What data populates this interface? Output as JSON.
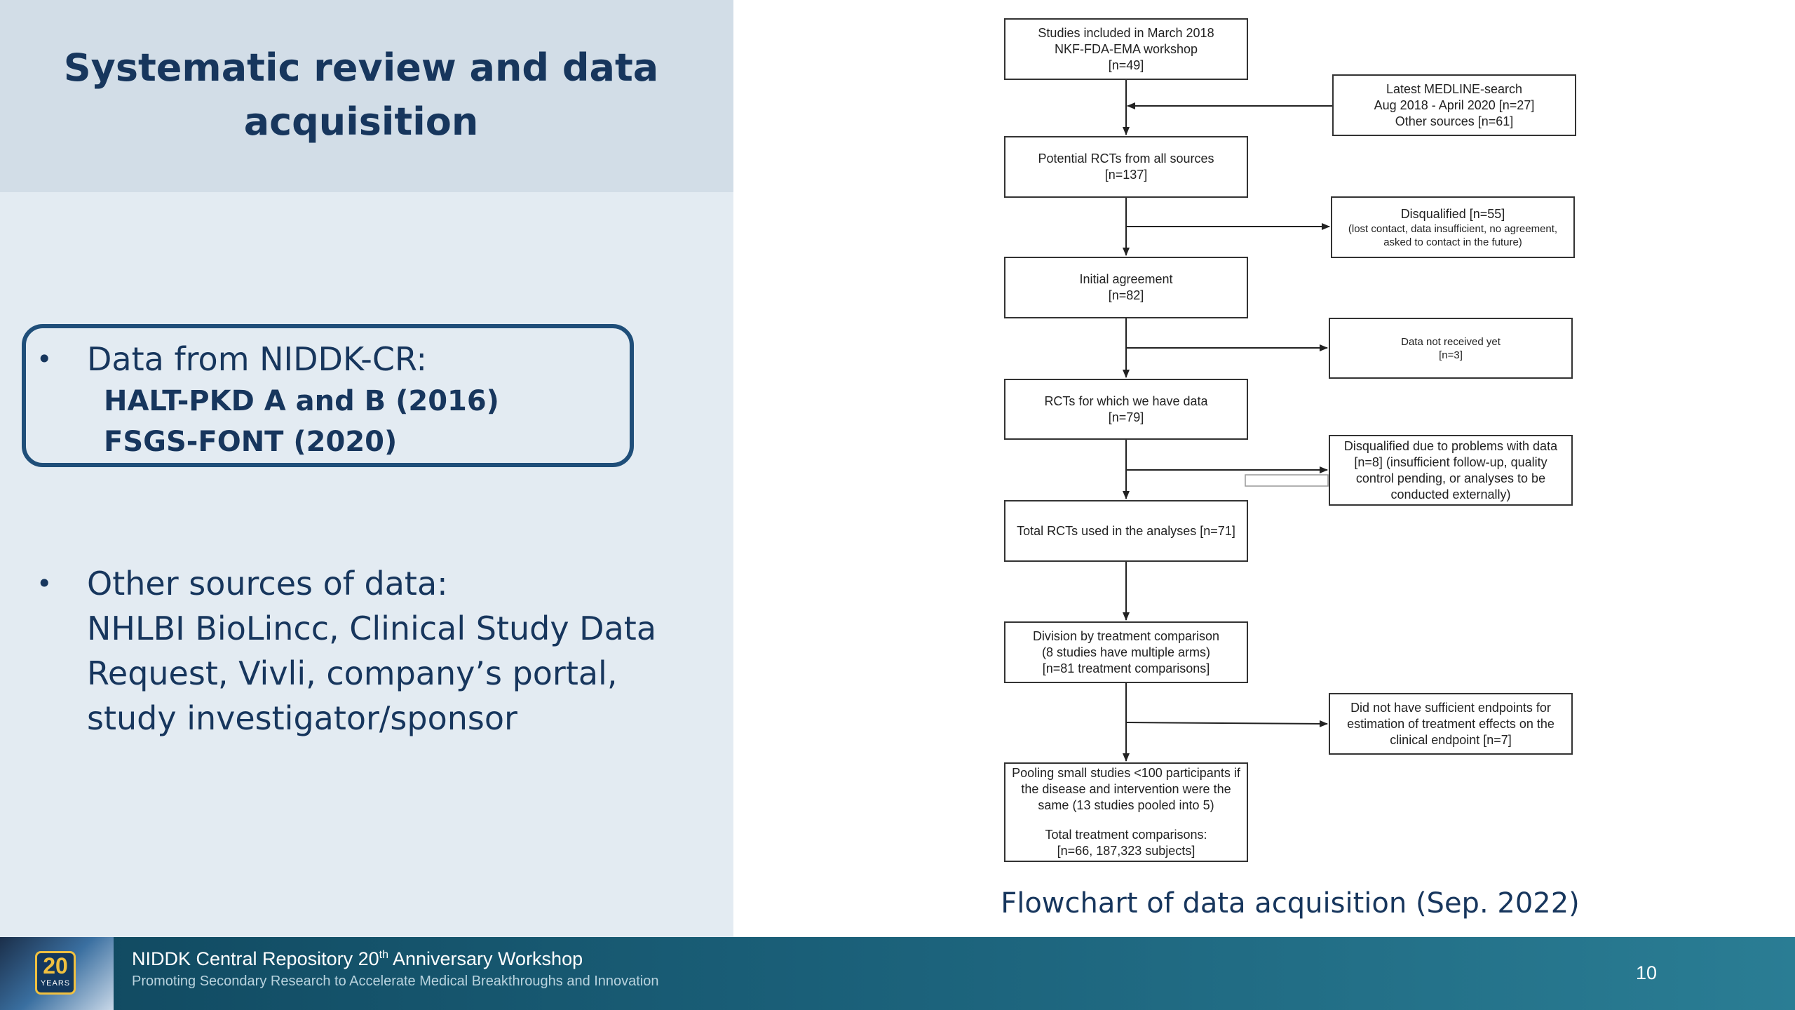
{
  "slide": {
    "title_lines": [
      "Systematic review and data",
      "acquisition"
    ],
    "bullets": [
      {
        "text": "Data from NIDDK-CR:",
        "bold_lines": [
          "HALT-PKD A and B (2016)",
          "FSGS-FONT (2020)"
        ]
      },
      {
        "lines": [
          "Other sources of data:",
          "NHLBI BioLincc, Clinical Study Data",
          "Request, Vivli, company’s portal,",
          "study investigator/sponsor"
        ]
      }
    ],
    "bullet_symbol": "•"
  },
  "flowchart": {
    "caption": "Flowchart of data acquisition (Sep. 2022)",
    "main_boxes": [
      {
        "id": "studies-included",
        "lines": [
          "Studies included in March 2018",
          "NKF-FDA-EMA workshop",
          "[n=49]"
        ]
      },
      {
        "id": "potential-rcts",
        "lines": [
          "Potential RCTs from all sources",
          "[n=137]"
        ]
      },
      {
        "id": "initial-agreement",
        "lines": [
          "Initial agreement",
          "[n=82]"
        ]
      },
      {
        "id": "rcts-with-data",
        "lines": [
          "RCTs for which we have data",
          "[n=79]"
        ]
      },
      {
        "id": "total-rcts-used",
        "lines": [
          "Total RCTs used in the analyses [n=71]"
        ]
      },
      {
        "id": "division-by-comparison",
        "lines": [
          "Division by treatment comparison",
          "(8 studies have multiple arms)",
          "[n=81 treatment comparisons]"
        ]
      },
      {
        "id": "pooling-small-studies",
        "lines": [
          "Pooling small studies <100 participants if",
          "the disease and intervention were the",
          "same (13 studies pooled into 5)",
          "",
          "Total treatment comparisons:",
          "[n=66, 187,323 subjects]"
        ]
      }
    ],
    "side_boxes": [
      {
        "id": "latest-medline",
        "lines": [
          "Latest MEDLINE-search",
          "Aug 2018 - April 2020 [n=27]",
          "Other sources [n=61]"
        ]
      },
      {
        "id": "disqualified-55",
        "lines": [
          "Disqualified [n=55]"
        ],
        "small_lines": [
          "(lost contact, data insufficient, no agreement,",
          "asked to contact in the future)"
        ]
      },
      {
        "id": "data-not-received",
        "lines": [
          "Data not received yet",
          "[n=3]"
        ]
      },
      {
        "id": "disqualified-problems",
        "lines": [
          "Disqualified due to problems with data",
          "[n=8] (insufficient follow-up, quality",
          "control pending, or analyses to be",
          "conducted externally)"
        ]
      },
      {
        "id": "insufficient-endpoints",
        "lines": [
          "Did not have sufficient endpoints for",
          "estimation of treatment effects on the",
          "clinical endpoint [n=7]"
        ]
      }
    ]
  },
  "footer": {
    "logo_number": "20",
    "logo_years": "YEARS",
    "title_prefix": "NIDDK Central Repository 20",
    "title_sup": "th",
    "title_suffix": " Anniversary Workshop",
    "subtitle": "Promoting Secondary Research to Accelerate Medical Breakthroughs and Innovation",
    "page_number": "10"
  },
  "colors": {
    "title_text": "#17365d",
    "left_panel": "#e3ebf2",
    "title_band": "#d2dde7",
    "box_border": "#1f4e79",
    "footer_start": "#10485f",
    "footer_end": "#2a7d94"
  }
}
